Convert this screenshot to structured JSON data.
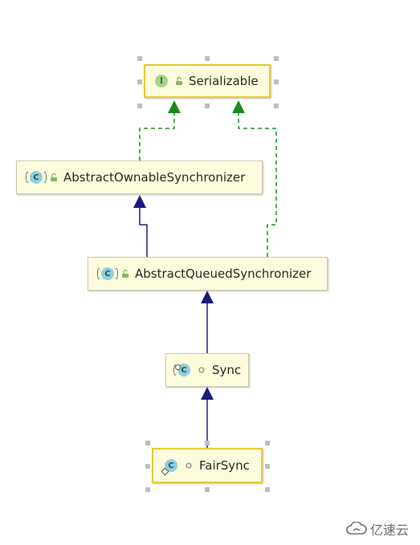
{
  "diagram": {
    "nodes": [
      {
        "id": "serializable",
        "kind": "interface",
        "badge_letter": "I",
        "label": "Serializable",
        "visibility": "public"
      },
      {
        "id": "aos",
        "kind": "abstract-class",
        "badge_letter": "C",
        "label": "AbstractOwnableSynchronizer",
        "visibility": "public"
      },
      {
        "id": "aqs",
        "kind": "abstract-class",
        "badge_letter": "C",
        "label": "AbstractQueuedSynchronizer",
        "visibility": "public"
      },
      {
        "id": "sync",
        "kind": "static-abstract-class",
        "badge_letter": "C",
        "label": "Sync",
        "visibility": "package-private"
      },
      {
        "id": "fairsync",
        "kind": "static-class",
        "badge_letter": "C",
        "label": "FairSync",
        "visibility": "package-private"
      }
    ],
    "edges": [
      {
        "from": "aos",
        "to": "serializable",
        "type": "implements"
      },
      {
        "from": "aqs",
        "to": "serializable",
        "type": "implements"
      },
      {
        "from": "aqs",
        "to": "aos",
        "type": "extends"
      },
      {
        "from": "sync",
        "to": "aqs",
        "type": "extends"
      },
      {
        "from": "fairsync",
        "to": "sync",
        "type": "extends"
      }
    ],
    "selected": [
      "serializable",
      "fairsync"
    ],
    "colors": {
      "implements": "#1a8a1a",
      "extends": "#1a1a7a",
      "selection": "#e8c928",
      "node_fill": "#fdfdde"
    }
  },
  "watermark": {
    "text": "亿速云"
  }
}
